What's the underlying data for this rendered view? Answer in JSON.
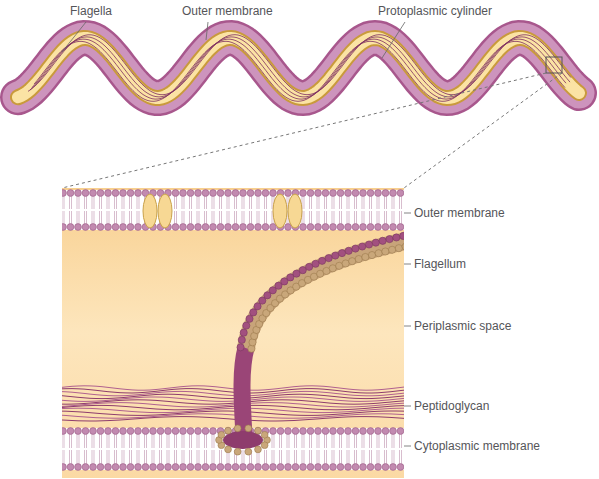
{
  "diagram": {
    "labels": [
      "Flagella",
      "Outer membrane",
      "Protoplasmic cylinder",
      "Outer membrane",
      "Flagellum",
      "Periplasmic space",
      "Peptidoglycan",
      "Cytoplasmic membrane"
    ]
  }
}
